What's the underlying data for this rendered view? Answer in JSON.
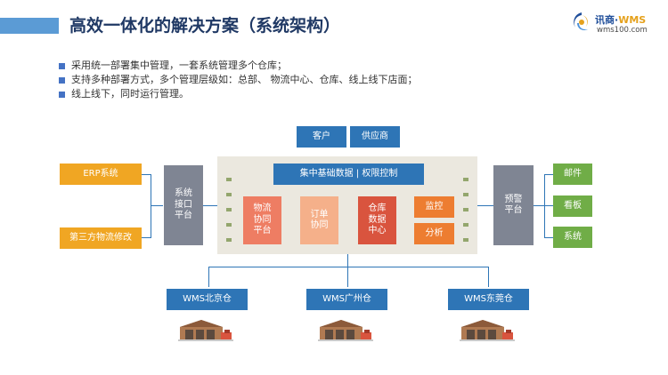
{
  "header": {
    "title": "高效一体化的解决方案（系统架构）"
  },
  "logo": {
    "brand_cn": "讯商",
    "brand_sep": "·",
    "brand_en": "WMS",
    "url": "wms100.com"
  },
  "bullets": [
    "采用统一部署集中管理，一套系统管理多个仓库；",
    "支持多种部署方式，多个管理层级如：总部、 物流中心、仓库、线上线下店面；",
    "线上线下，同时运行管理。"
  ],
  "diagram": {
    "top": {
      "customer": "客户",
      "supplier": "供应商"
    },
    "left": {
      "erp": "ERP系统",
      "third_party": "第三方物流修改"
    },
    "interface_platform": "系统\n接口\n平台",
    "core": {
      "header": "集中基础数据 | 权限控制",
      "logistics": "物流\n协同\n平台",
      "order": "订单\n协同",
      "warehouse": "仓库\n数据\n中心",
      "monitor": "监控",
      "analysis": "分析"
    },
    "alert_platform": "预警\n平台",
    "right": {
      "mail": "邮件",
      "board": "看板",
      "system": "系统"
    },
    "warehouses": [
      "WMS北京仓",
      "WMS广州仓",
      "WMS东莞仓"
    ]
  },
  "colors": {
    "primary_blue": "#2e75b6",
    "title_navy": "#1f3864",
    "orange": "#f0a623",
    "green": "#70ad47",
    "gray": "#7f8593",
    "panel": "#ebe8df"
  }
}
